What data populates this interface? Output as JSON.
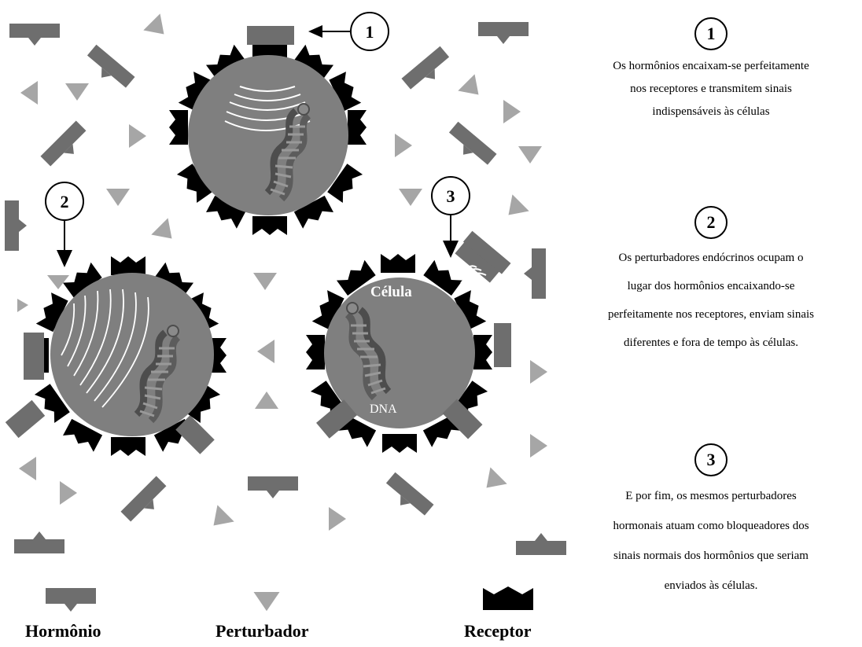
{
  "legend": {
    "hormone": "Hormônio",
    "disruptor": "Perturbador",
    "receptor": "Receptor"
  },
  "callouts": [
    "1",
    "2",
    "3"
  ],
  "cell_labels": {
    "cell": "Célula",
    "dna": "DNA"
  },
  "explanations": [
    {
      "number": "1",
      "text": "Os hormônios encaixam-se perfeitamente\nnos receptores e transmitem sinais\nindispensáveis às células"
    },
    {
      "number": "2",
      "text": "Os perturbadores endócrinos ocupam o\nlugar dos hormônios encaixando-se\nperfeitamente nos receptores, enviam sinais\ndiferentes e fora de tempo às células."
    },
    {
      "number": "3",
      "text": "E por fim, os mesmos perturbadores\nhormonais atuam como bloqueadores dos\nsinais normais dos hormônios que seriam\nenviados às células."
    }
  ],
  "colors": {
    "cell": "#7f7f7f",
    "hormone": "#6e6e6e",
    "disruptor": "#a6a6a6",
    "receptor": "#000000",
    "signal": "#ffffff"
  },
  "icons": [
    "hormone-icon",
    "disruptor-icon",
    "receptor-icon",
    "dna-icon",
    "signal-waves-icon",
    "arrow-icon"
  ]
}
